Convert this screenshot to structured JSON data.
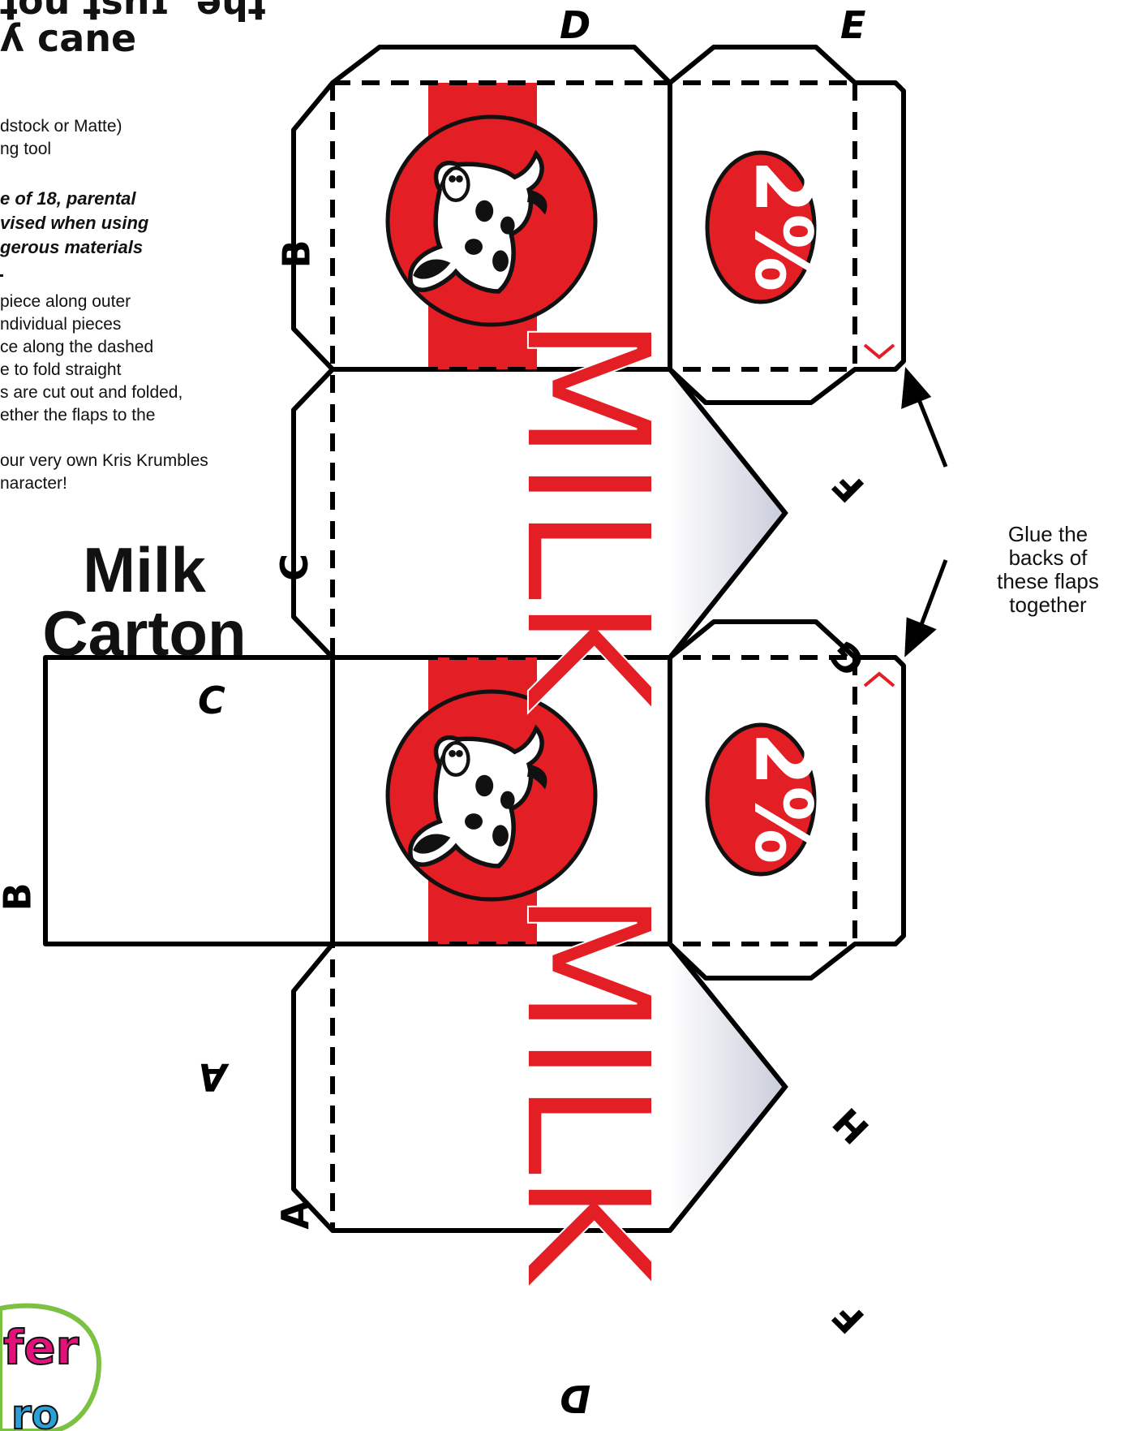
{
  "header": {
    "line1": "ʇou ʇsnɾ 'ǝɥʇ",
    "line2": "ʎ cane"
  },
  "materials": {
    "line1": "dstock or Matte)",
    "line2": "ng tool"
  },
  "warning": {
    "line1": "e of 18, parental",
    "line2": "vised when using",
    "line3": "gerous materials"
  },
  "instructions": {
    "line1": "piece along outer",
    "line2": "ndividual pieces",
    "line3": "ce along the dashed",
    "line4": "e to fold straight",
    "line5": "s are cut out and folded,",
    "line6": "ether the flaps to the",
    "line7": "our very own Kris Krumbles",
    "line8": "naracter!"
  },
  "title": {
    "line1": "Milk",
    "line2": "Carton"
  },
  "glue_note": {
    "line1": "Glue the",
    "line2": "backs of",
    "line3": "these flaps",
    "line4": "together"
  },
  "edge_labels": {
    "A": "A",
    "B": "B",
    "C": "C",
    "D": "D",
    "E": "E",
    "F": "F",
    "G": "G",
    "H": "H"
  },
  "carton": {
    "percent_text": "2%",
    "milk_text": "MILK"
  },
  "colors": {
    "red": "#e31e24",
    "black": "#111111",
    "logo_green": "#7cc242",
    "logo_pink": "#e2127a",
    "logo_blue": "#2a9fd8"
  },
  "icons": {
    "cow": "cow-logo-icon",
    "arrow": "double-arrow-icon",
    "brand": "brand-logo-icon"
  }
}
